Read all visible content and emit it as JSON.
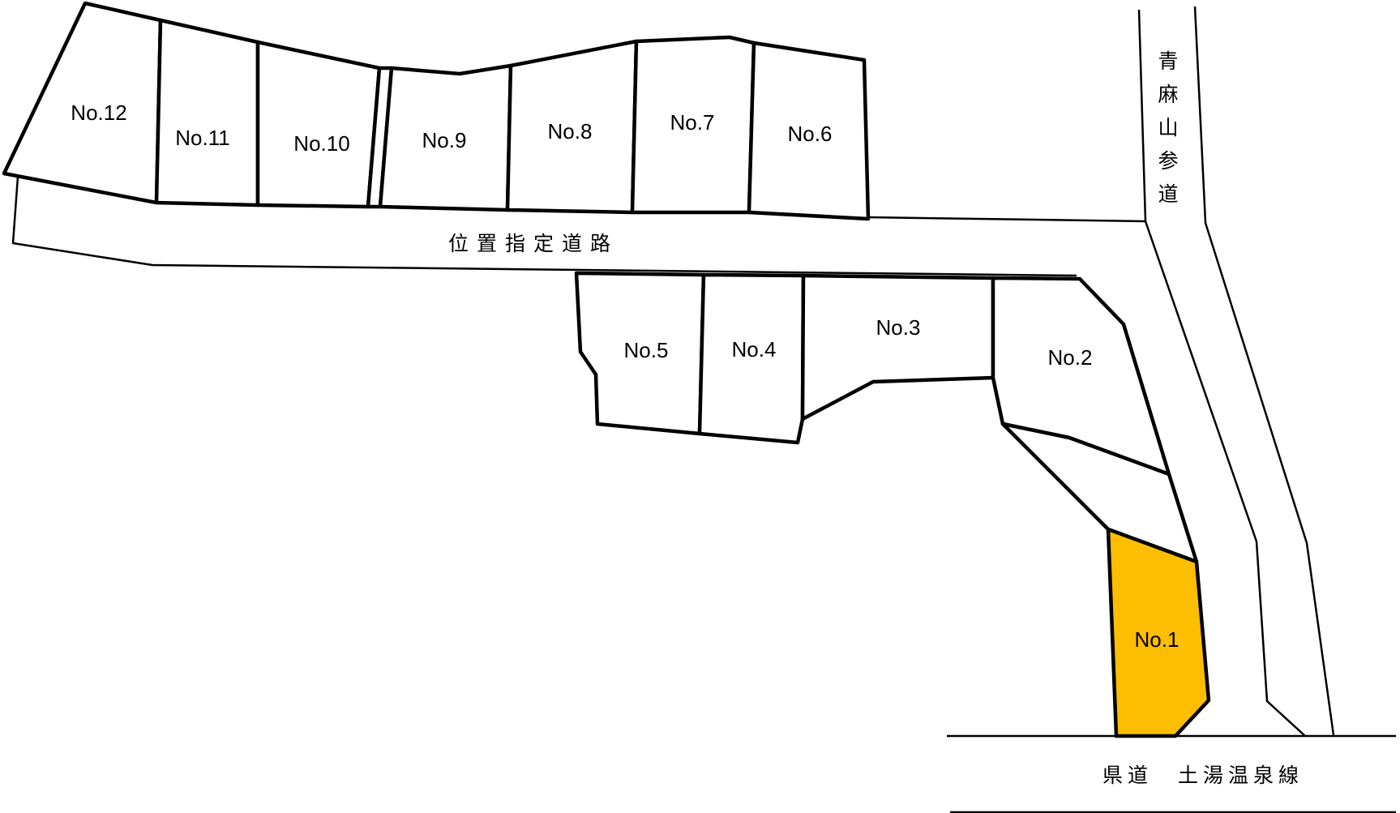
{
  "lots": [
    {
      "id": "no1",
      "label": "No.1",
      "highlighted": true
    },
    {
      "id": "no2",
      "label": "No.2",
      "highlighted": false
    },
    {
      "id": "no3",
      "label": "No.3",
      "highlighted": false
    },
    {
      "id": "no4",
      "label": "No.4",
      "highlighted": false
    },
    {
      "id": "no5",
      "label": "No.5",
      "highlighted": false
    },
    {
      "id": "no6",
      "label": "No.6",
      "highlighted": false
    },
    {
      "id": "no7",
      "label": "No.7",
      "highlighted": false
    },
    {
      "id": "no8",
      "label": "No.8",
      "highlighted": false
    },
    {
      "id": "no9",
      "label": "No.9",
      "highlighted": false
    },
    {
      "id": "no10",
      "label": "No.10",
      "highlighted": false
    },
    {
      "id": "no11",
      "label": "No.11",
      "highlighted": false
    },
    {
      "id": "no12",
      "label": "No.12",
      "highlighted": false
    }
  ],
  "roads": {
    "designated_road": "位置指定道路",
    "approach_road": [
      "青",
      "麻",
      "山",
      "参",
      "道"
    ],
    "prefectural_road": "県道　土湯温泉線"
  },
  "colors": {
    "highlight": "#fdbd00",
    "line": "#000000",
    "background": "#ffffff"
  }
}
